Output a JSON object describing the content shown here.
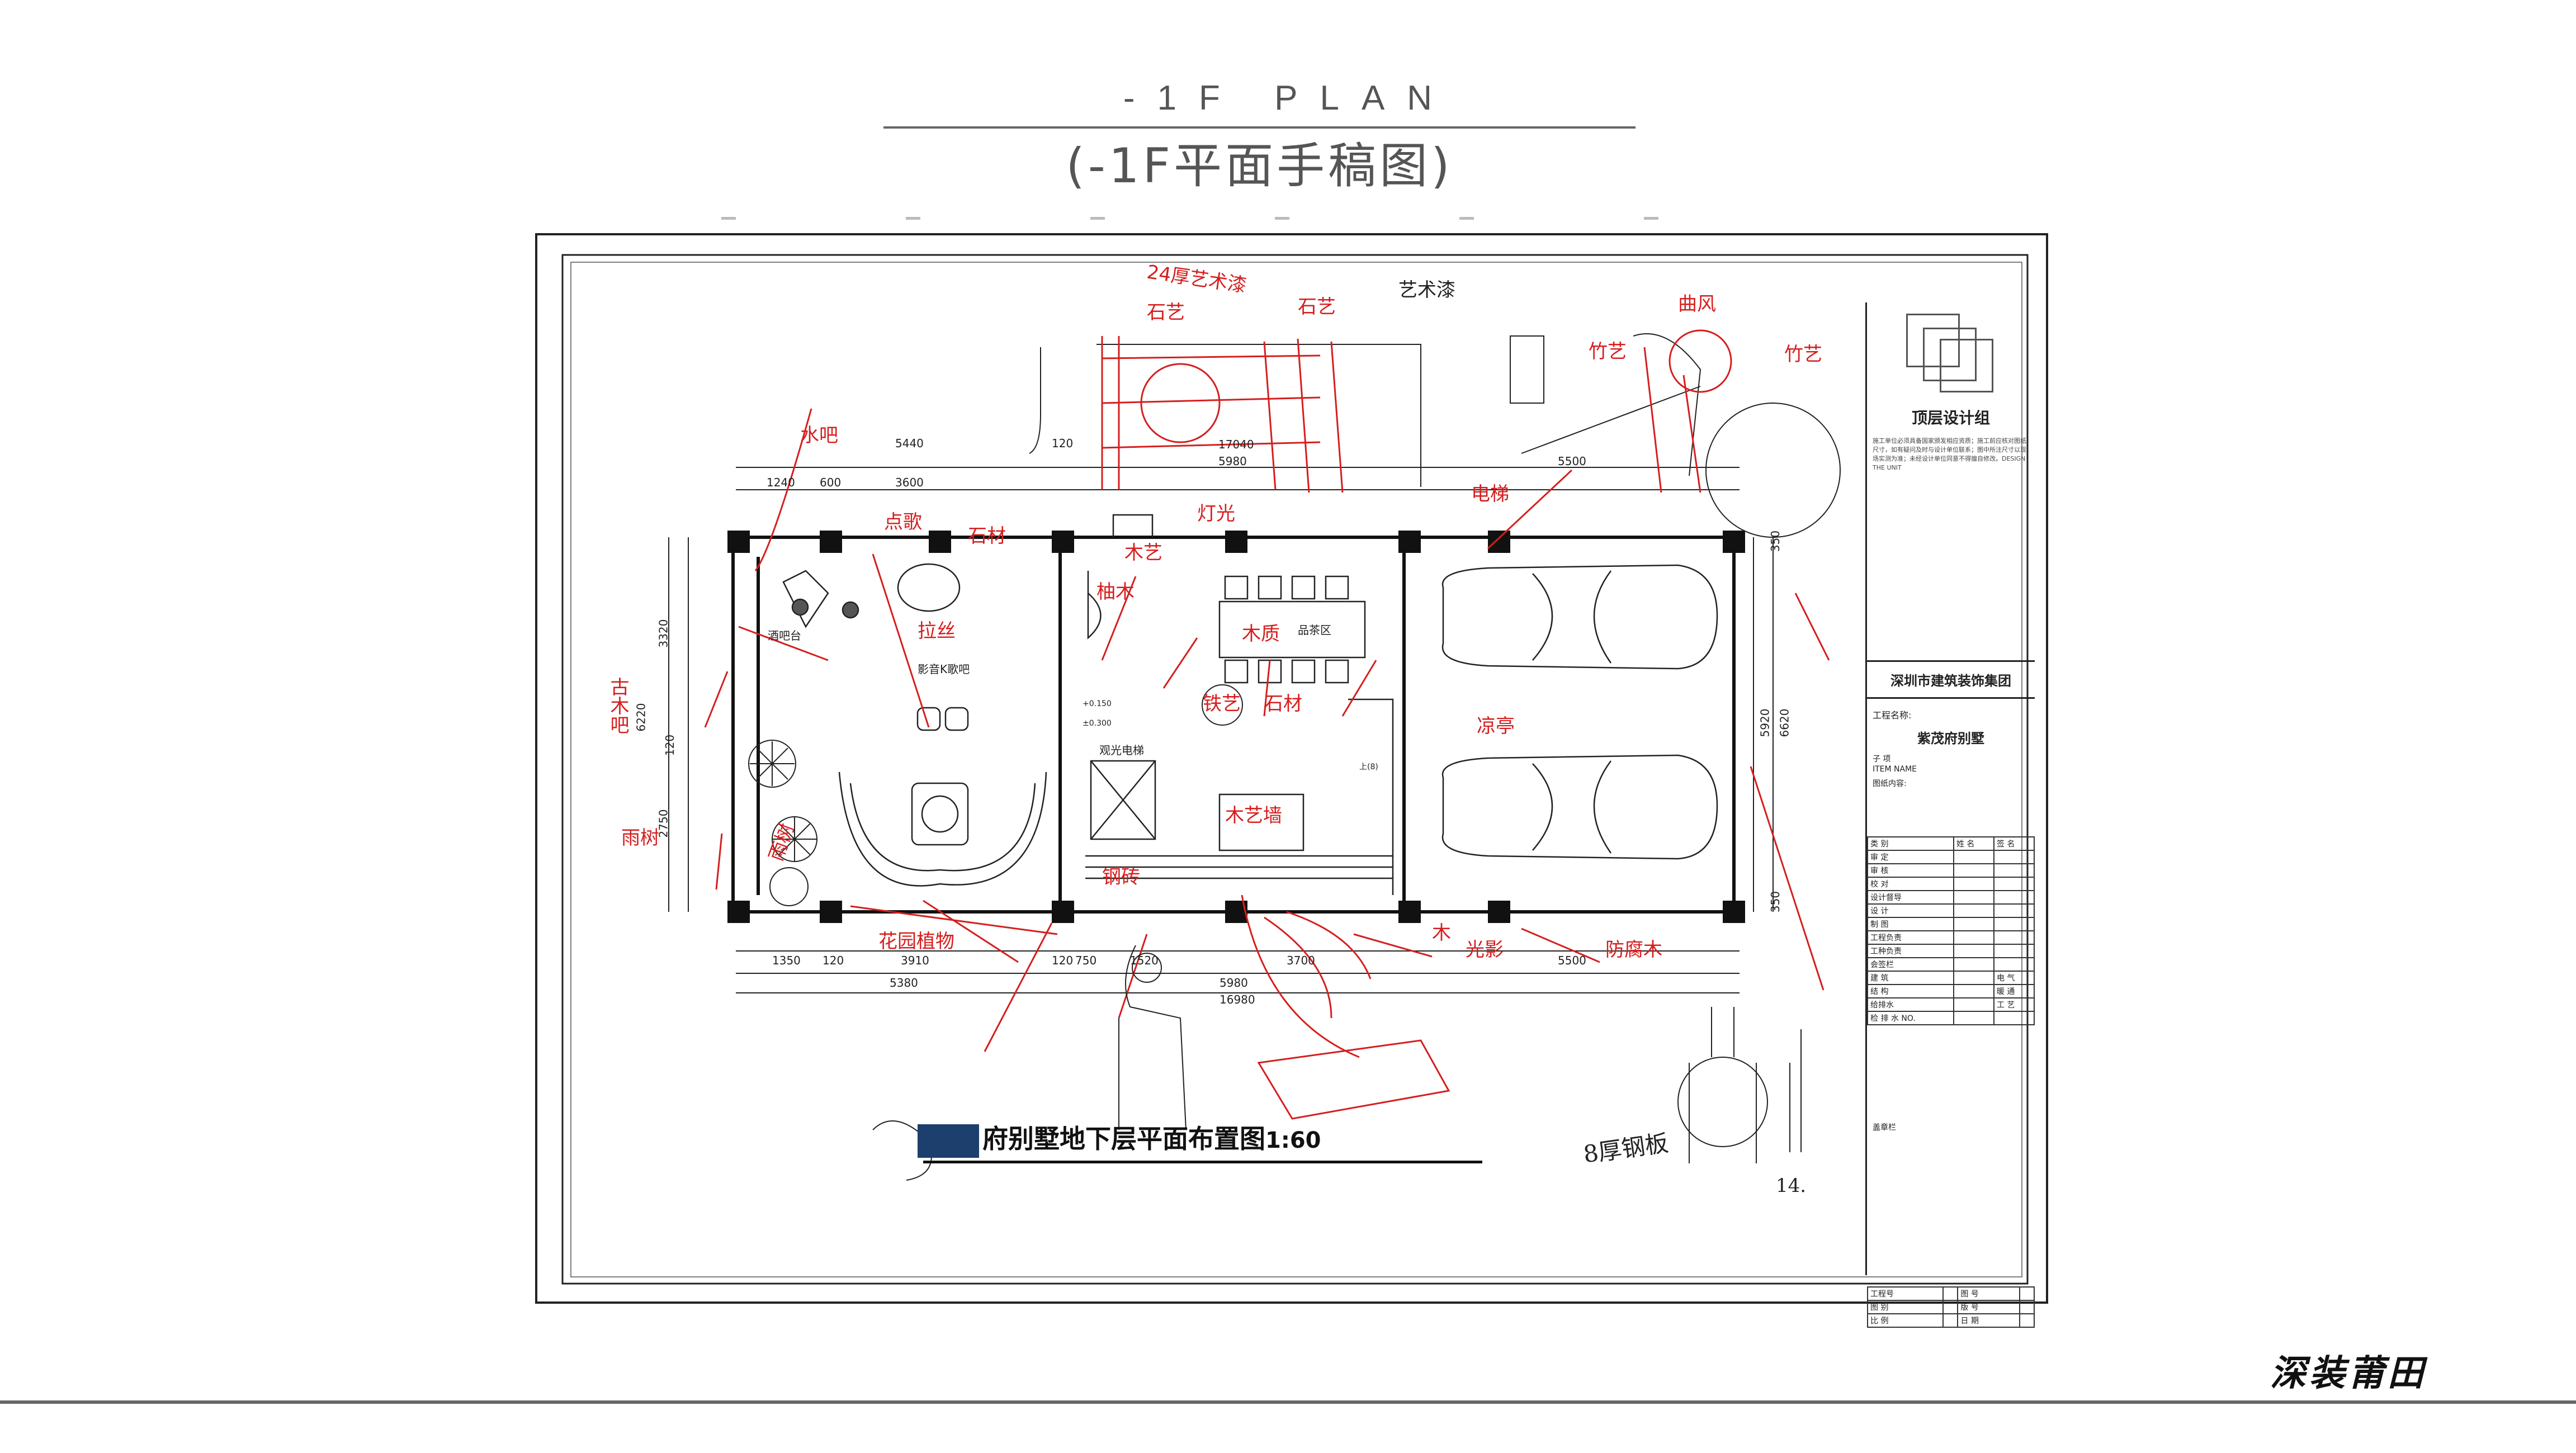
{
  "header": {
    "title_en": "-1F PLAN",
    "title_cn": "(-1F平面手稿图)"
  },
  "title_block": {
    "group_name": "顶层设计组",
    "notes": "施工单位必须具备国家颁发相应资质；施工前应核对图纸尺寸，如有疑问及时与设计单位联系；图中所注尺寸以现场实测为准；未经设计单位同意不得擅自修改。DESIGN THE UNIT",
    "company": "深圳市建筑装饰集团",
    "project_label": "工程名称:",
    "project_name": "紫茂府别墅",
    "sub_item_label": "子  项",
    "item_name_label": "ITEM NAME",
    "drawing_content_label": "图纸内容:",
    "table_header": [
      "类 别",
      "姓 名",
      "签 名"
    ],
    "roles": [
      "审 定",
      "审 核",
      "校 对",
      "设计督导",
      "设 计",
      "制 图",
      "工程负责",
      "工种负责"
    ],
    "sign_off": "会签栏",
    "disciplines": [
      [
        "建 筑",
        "电 气"
      ],
      [
        "结 构",
        "暖 通"
      ],
      [
        "给排水",
        "工 艺"
      ]
    ],
    "check_no": "检 排 水 NO.",
    "seal_label": "盖章栏",
    "bottom_rows": [
      [
        "工程号",
        "图 号"
      ],
      [
        "图 别",
        "版 号"
      ],
      [
        "比 例",
        "日 期"
      ]
    ]
  },
  "plan": {
    "title": "府别墅地下层平面布置图",
    "scale": "1:60",
    "rooms": {
      "bar": "酒吧台",
      "ktv": "影音K歌吧",
      "elevator": "观光电梯",
      "tea": "品茶区",
      "up": "上(8)"
    },
    "level_marks": [
      "+0.150",
      "±0.300"
    ],
    "dims_top": [
      "17040",
      "5440",
      "120",
      "5980",
      "5500",
      "1240",
      "600",
      "3600"
    ],
    "dims_bottom": [
      "1350",
      "120",
      "3910",
      "120",
      "750",
      "1520",
      "3700",
      "5500",
      "5380",
      "5980",
      "16980"
    ],
    "dims_left": [
      "3320",
      "6220",
      "120",
      "2750"
    ],
    "dims_right": [
      "350",
      "5920",
      "6620",
      "350"
    ],
    "handwritten_page": "14."
  },
  "annotations": [
    "24厚艺术漆",
    "石艺",
    "石艺",
    "艺术漆",
    "水吧",
    "古木吧",
    "雨树",
    "雨树",
    "点歌",
    "拉丝",
    "石材",
    "木艺",
    "柚木",
    "木质",
    "电梯",
    "灯光",
    "铁艺",
    "石材",
    "凉亭",
    "竹艺",
    "曲风",
    "竹艺",
    "防腐木",
    "木",
    "光影",
    "花园植物",
    "钢砖",
    "木艺墙",
    "8厚钢板"
  ],
  "footer": {
    "brand": "深装莆田"
  },
  "colors": {
    "ink": "#222222",
    "sketch_red": "#d61e1e",
    "title_mark": "#1d3f6e",
    "rule_gray": "#666666"
  }
}
